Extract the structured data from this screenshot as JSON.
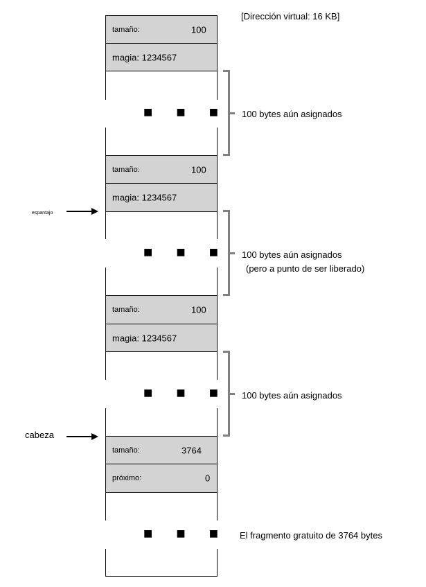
{
  "title": "[Dirección virtual: 16 KB]",
  "chunks": [
    {
      "size_label": "tamaño:",
      "size_value": "100",
      "magic_label": "magia: 1234567",
      "annotation": "100 bytes aún asignados"
    },
    {
      "size_label": "tamaño:",
      "size_value": "100",
      "magic_label": "magia: 1234567",
      "annotation": "100 bytes aún asignados",
      "annotation2": "(pero a punto de ser liberado)"
    },
    {
      "size_label": "tamaño:",
      "size_value": "100",
      "magic_label": "magia: 1234567",
      "annotation": "100 bytes aún asignados"
    }
  ],
  "free_chunk": {
    "size_label": "tamaño:",
    "size_value": "3764",
    "next_label": "próximo:",
    "next_value": "0",
    "annotation": "El fragmento gratuito de 3764 bytes"
  },
  "pointers": {
    "sptr": "espantajo",
    "head": "cabeza"
  },
  "ellipsis": "■ ■ ■",
  "colors": {
    "header_fill": "#d3d3d3",
    "brace": "#808080",
    "line": "#000000"
  }
}
